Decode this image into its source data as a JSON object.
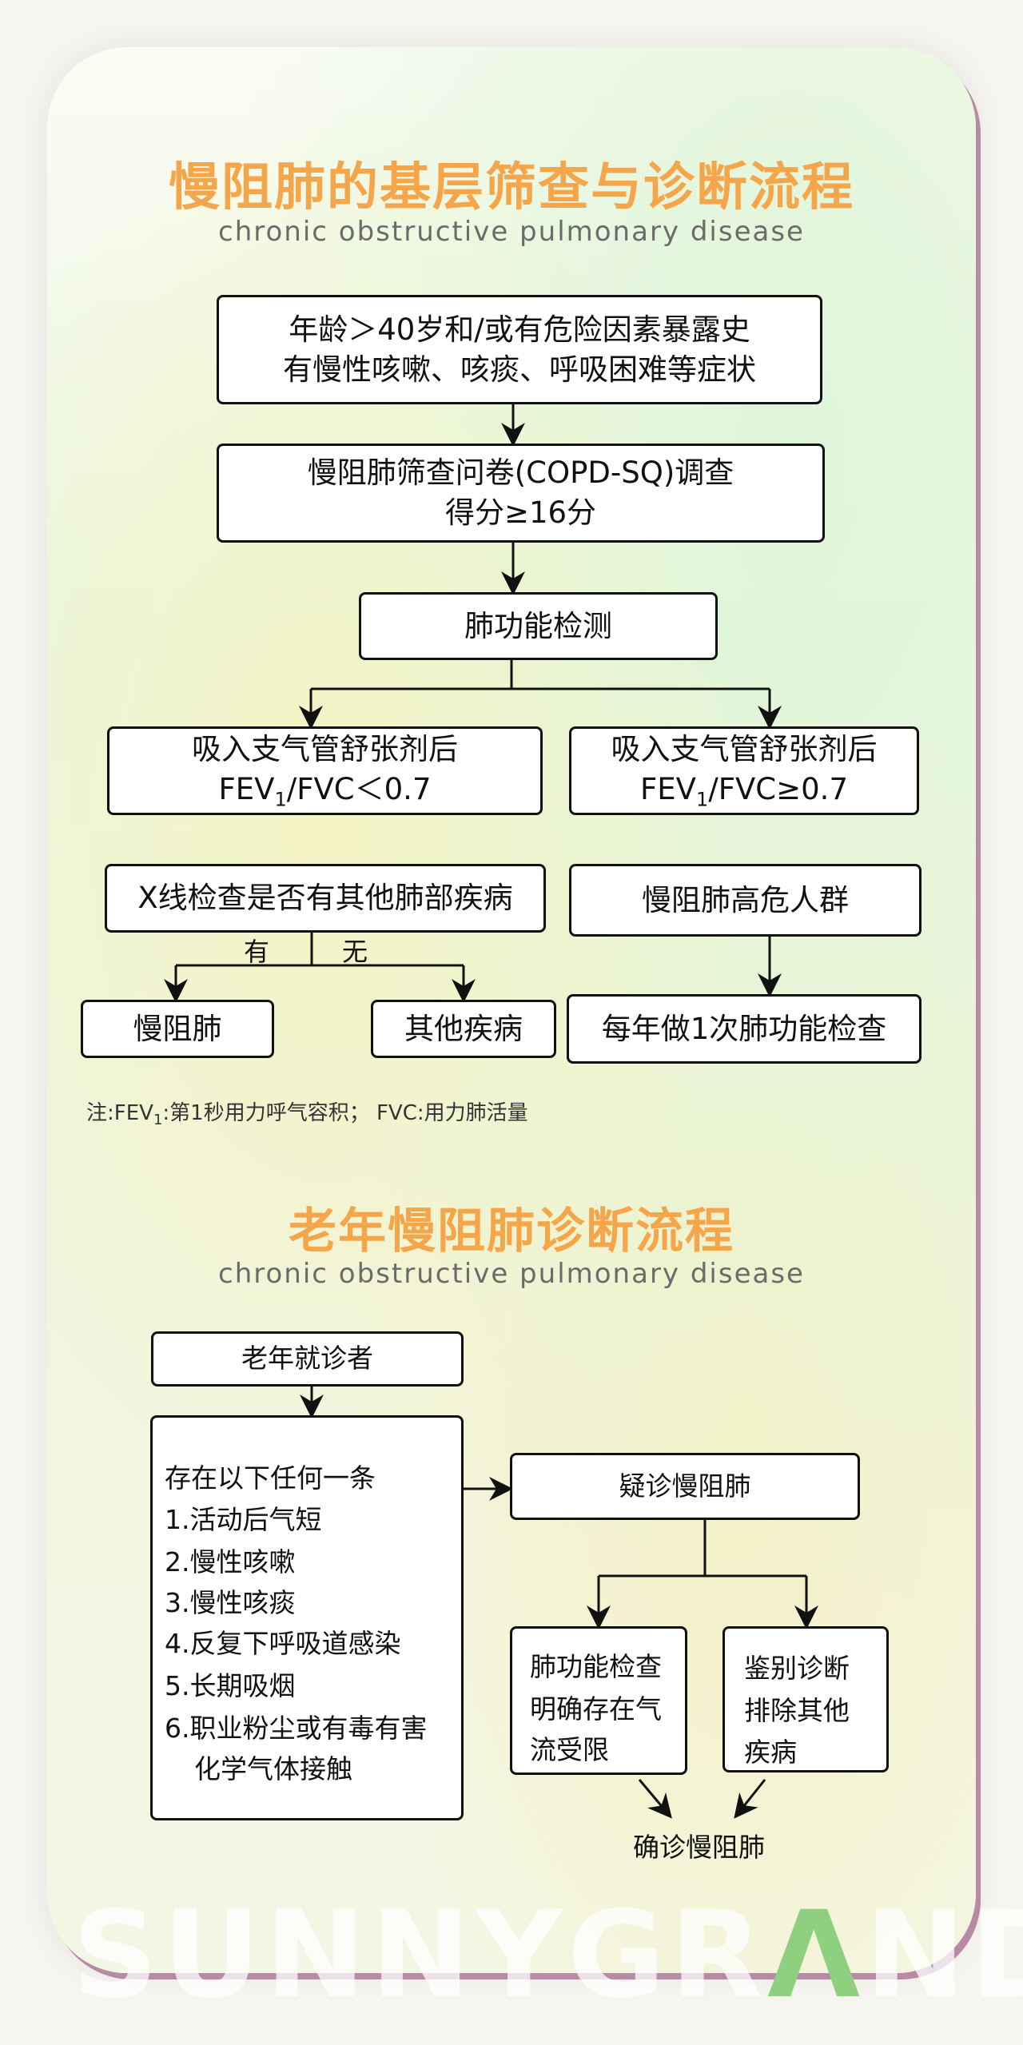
{
  "section1": {
    "title": "慢阻肺的基层筛查与诊断流程",
    "subtitle": "chronic obstructive pulmonary disease",
    "box_risk": [
      "年龄＞40岁和/或有危险因素暴露史",
      "有慢性咳嗽、咳痰、呼吸困难等症状"
    ],
    "box_questionnaire": [
      "慢阻肺筛查问卷(COPD-SQ)调查",
      "得分≥16分"
    ],
    "box_lung_test": "肺功能检测",
    "box_left": {
      "line1": "吸入支气管舒张剂后",
      "fev": "FEV",
      "sub": "1",
      "rest": "/FVC＜0.7"
    },
    "box_right": {
      "line1": "吸入支气管舒张剂后",
      "fev": "FEV",
      "sub": "1",
      "rest": "/FVC≥0.7"
    },
    "box_xray": "X线检查是否有其他肺部疾病",
    "label_yes": "有",
    "label_no": "无",
    "box_copd": "慢阻肺",
    "box_other": "其他疾病",
    "box_high_risk": "慢阻肺高危人群",
    "box_annual": "每年做1次肺功能检查",
    "note": {
      "prefix": "注:FEV",
      "sub": "1",
      "rest": ":第1秒用力呼气容积；  FVC:用力肺活量"
    }
  },
  "section2": {
    "title": "老年慢阻肺诊断流程",
    "subtitle": "chronic obstructive pulmonary disease",
    "box_elderly": "老年就诊者",
    "criteria": [
      "存在以下任何一条",
      "1.活动后气短",
      "2.慢性咳嗽",
      "3.慢性咳痰",
      "4.反复下呼吸道感染",
      "5.长期吸烟",
      "6.职业粉尘或有毒有害",
      "化学气体接触"
    ],
    "box_suspect": "疑诊慢阻肺",
    "box_lung_function": [
      "肺功能检查",
      "明确存在气",
      "流受限"
    ],
    "box_differential": [
      "鉴别诊断",
      "排除其他",
      "疾病"
    ],
    "confirmed": "确诊慢阻肺"
  },
  "watermark": {
    "text_before": "SUNNYGR",
    "accent": "Λ",
    "text_after": "ND",
    "accent_color": "#8fd080"
  }
}
